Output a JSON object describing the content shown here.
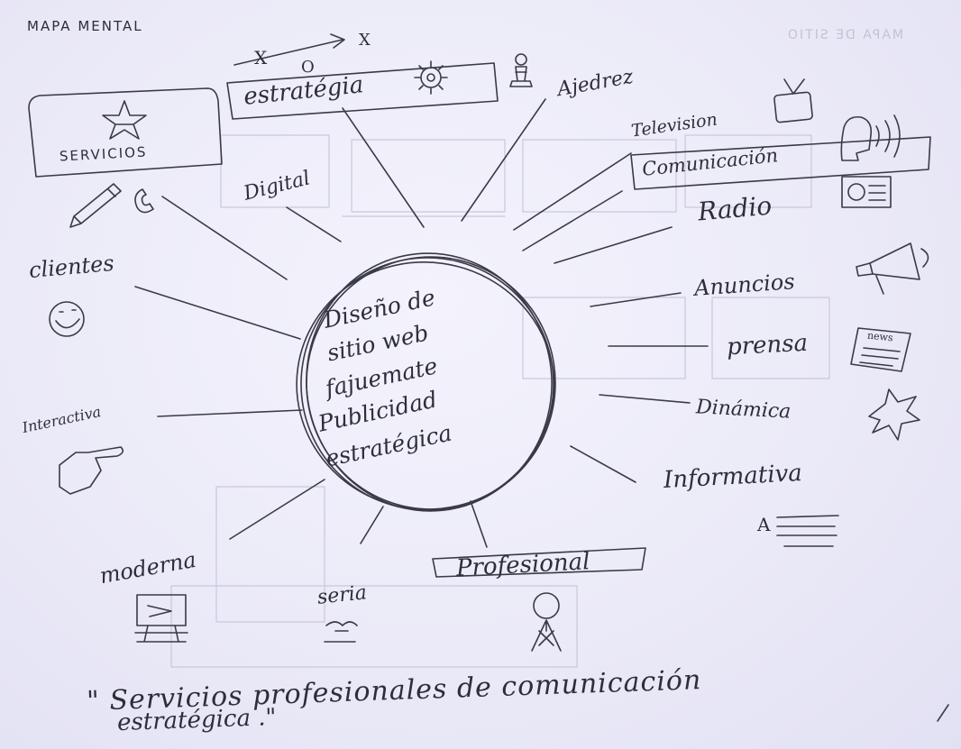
{
  "sheet_title": "MAPA MENTAL",
  "ghost_title": "MAPA DE SITIO",
  "center": {
    "lines": [
      "Diseño de",
      "sitio web",
      "fajuemate",
      "Publicidad",
      "estratégica"
    ]
  },
  "strategy_box": {
    "marks": [
      "X",
      "O",
      "X"
    ],
    "label": "estratégia"
  },
  "services_box": {
    "label": "SERVICIOS"
  },
  "branches": {
    "ajedrez": "Ajedrez",
    "television": "Television",
    "comunicacion": "Comunicación",
    "radio": "Radio",
    "anuncios": "Anuncios",
    "prensa": "prensa",
    "dinamica": "Dinámica",
    "informativa": "Informativa",
    "profesional": "Profesional",
    "seria": "seria",
    "moderna": "moderna",
    "interactiva": "Interactiva",
    "clientes": "clientes",
    "digital": "Digital"
  },
  "icon_text": {
    "news": "news",
    "letter_a": "A"
  },
  "quote": {
    "line1": "\" Servicios profesionales de comunicación",
    "line2": "estratégica .\""
  },
  "icons": [
    "chess-piece-icon",
    "gear-icon",
    "star-icon",
    "tv-icon",
    "speaking-head-icon",
    "radio-icon",
    "megaphone-icon",
    "newspaper-icon",
    "explosion-icon",
    "text-lines-icon",
    "person-tie-icon",
    "presentation-board-icon",
    "handshake-icon",
    "smiley-icon",
    "pointing-hand-icon",
    "pencil-icon",
    "phone-icon"
  ],
  "colors": {
    "paper": "#ecebf8",
    "ink": "#3a3a46",
    "ghost": "#c9c8dc"
  }
}
